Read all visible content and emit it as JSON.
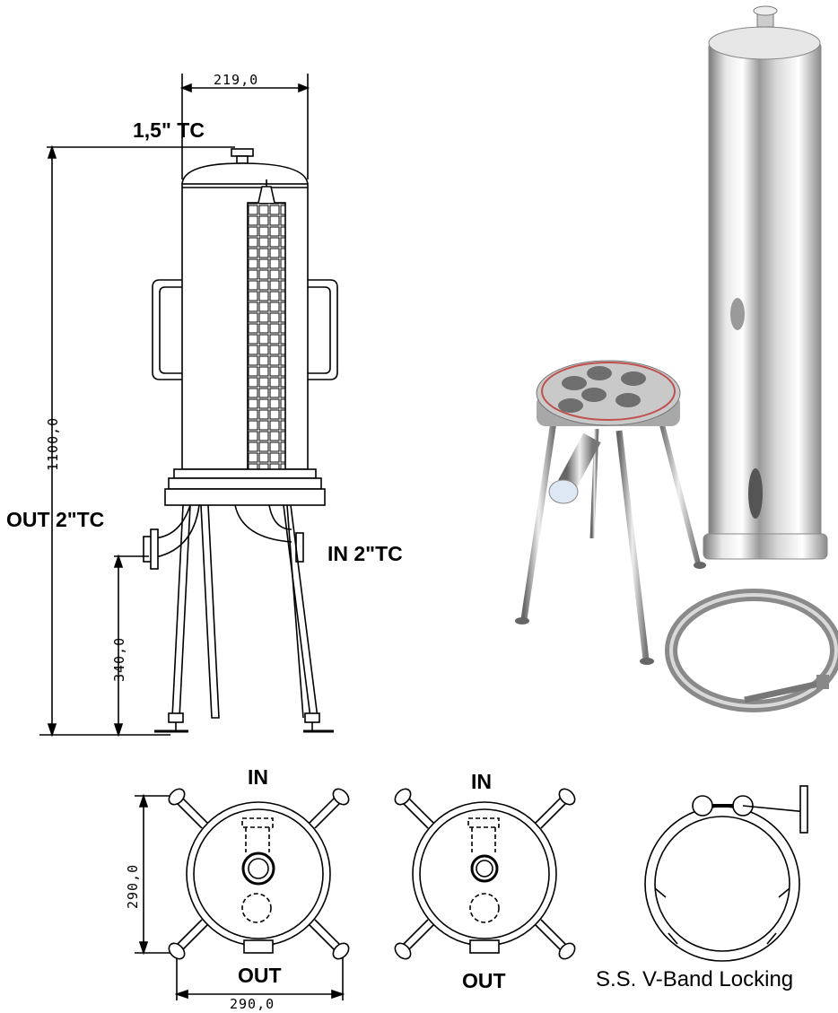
{
  "labels": {
    "top_port": "1,5\" TC",
    "out_port": "OUT 2\"TC",
    "in_port": "IN 2\"TC",
    "plan1_in": "IN",
    "plan1_out": "OUT",
    "plan2_in": "IN",
    "plan2_out": "OUT",
    "clamp_caption": "S.S. V-Band Locking"
  },
  "dimensions": {
    "width_top": "219,0",
    "height_total": "1100,0",
    "height_outlet": "340,0",
    "plan_height": "290,0",
    "plan_width": "290,0"
  },
  "colors": {
    "line": "#000000",
    "steel_light": "#f2f2f2",
    "steel_mid": "#b8b8b8",
    "steel_dark": "#6e6e6e",
    "gasket": "#c0504d"
  }
}
